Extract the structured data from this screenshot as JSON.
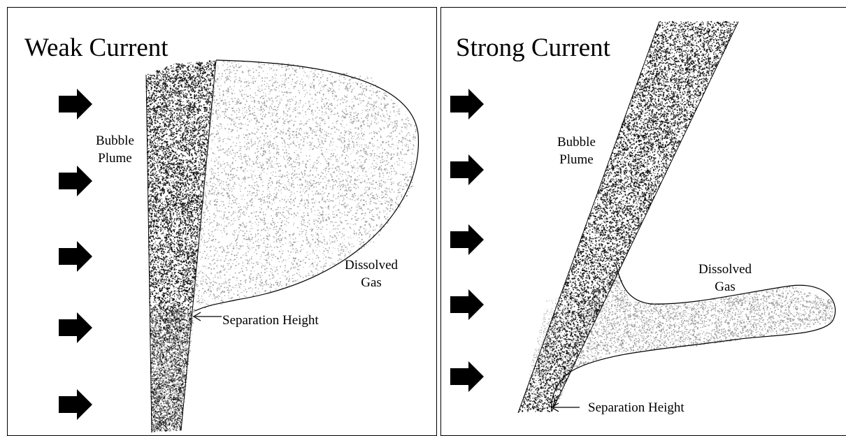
{
  "panels": [
    {
      "id": "weak",
      "title": "Weak Current",
      "plume_label_line1": "Bubble",
      "plume_label_line2": "Plume",
      "gas_label_line1": "Dissolved",
      "gas_label_line2": "Gas",
      "separation_label": "Separation Height",
      "current_arrow_count": 5
    },
    {
      "id": "strong",
      "title": "Strong Current",
      "plume_label_line1": "Bubble",
      "plume_label_line2": "Plume",
      "gas_label_line1": "Dissolved",
      "gas_label_line2": "Gas",
      "separation_label": "Separation Height",
      "current_arrow_count": 5
    }
  ],
  "colors": {
    "plume": "#0d0d0d",
    "dissolved_gas": "#8c8c8c",
    "arrow": "#000000",
    "outline": "#000000"
  }
}
